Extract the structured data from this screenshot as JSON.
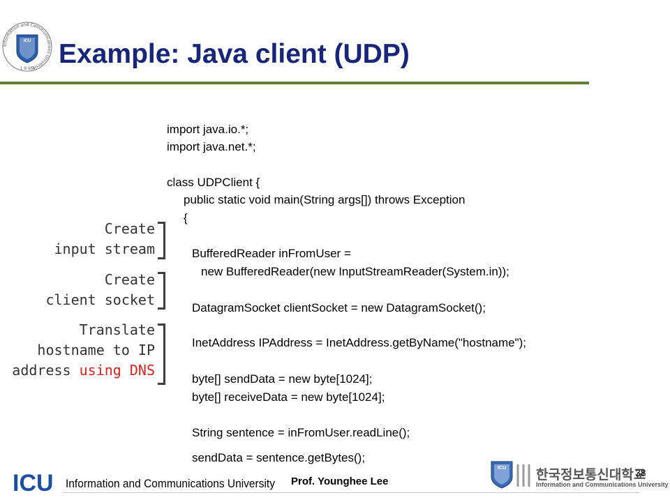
{
  "slide": {
    "title": "Example: Java client (UDP)",
    "page_number": "38"
  },
  "code": {
    "lines": [
      "import java.io.*;",
      "import java.net.*;",
      "class UDPClient {",
      "public static void main(String args[]) throws Exception",
      "{",
      "BufferedReader inFromUser =",
      "new BufferedReader(new InputStreamReader(System.in));",
      "DatagramSocket clientSocket = new DatagramSocket();",
      "InetAddress IPAddress = InetAddress.getByName(\"hostname\");",
      "byte[] sendData = new byte[1024];",
      "byte[] receiveData = new byte[1024];",
      "String sentence = inFromUser.readLine();",
      "sendData = sentence.getBytes();"
    ]
  },
  "annotations": {
    "input_stream": [
      "Create",
      "input stream"
    ],
    "client_socket": [
      "Create",
      "client socket"
    ],
    "dns": {
      "line1": "Translate",
      "line2": "hostname to IP",
      "line3_prefix": "address ",
      "line3_highlight": "using DNS"
    }
  },
  "footer": {
    "left_logo_short": "ICU",
    "left_logo_text": "Information and Communications University",
    "professor": "Prof. Younghee Lee",
    "right_logo_short": "ICU",
    "right_korean": "한국정보통신대학교",
    "right_english": "Information and Communications University"
  },
  "seal": {
    "ring_text": "Information and Communications University",
    "year": "1 9 9 7",
    "short": "ICU"
  },
  "colors": {
    "title": "#17267a",
    "rule": "#5f7f3a",
    "highlight": "#e0201b",
    "logo_blue": "#1d4fa0"
  }
}
